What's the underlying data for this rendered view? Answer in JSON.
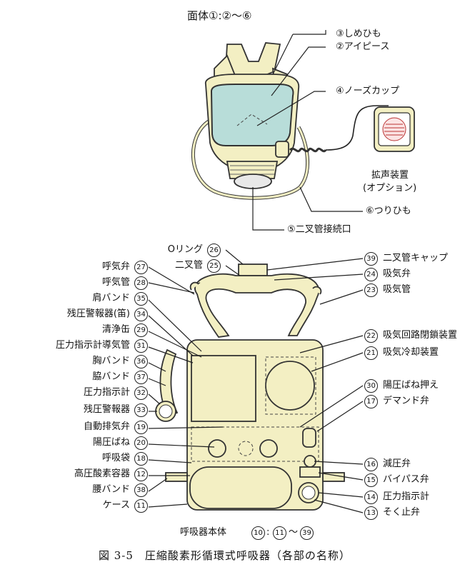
{
  "mask_title": "面体①:②～⑥",
  "mask_labels": {
    "strap": "③しめひも",
    "eyepiece": "②アイピース",
    "nose_cup": "④ノーズカップ",
    "speaker": "拡声装置",
    "speaker_option": "(オプション)",
    "neck_strap": "⑥つりひも",
    "hose_port": "⑤二叉管接続口"
  },
  "left_parts": [
    {
      "label": "Oリング",
      "num": "26"
    },
    {
      "label": "二叉管",
      "num": "25"
    },
    {
      "label": "呼気弁",
      "num": "27"
    },
    {
      "label": "呼気管",
      "num": "28"
    },
    {
      "label": "肩バンド",
      "num": "35"
    },
    {
      "label": "残圧警報器(笛)",
      "num": "34"
    },
    {
      "label": "清浄缶",
      "num": "29"
    },
    {
      "label": "圧力指示計導気管",
      "num": "31"
    },
    {
      "label": "胸バンド",
      "num": "36"
    },
    {
      "label": "脇バンド",
      "num": "37"
    },
    {
      "label": "圧力指示計",
      "num": "32"
    },
    {
      "label": "残圧警報器",
      "num": "33"
    },
    {
      "label": "自動排気弁",
      "num": "19"
    },
    {
      "label": "陽圧ばね",
      "num": "20"
    },
    {
      "label": "呼吸袋",
      "num": "18"
    },
    {
      "label": "高圧酸素容器",
      "num": "12"
    },
    {
      "label": "腰バンド",
      "num": "38"
    },
    {
      "label": "ケース",
      "num": "11"
    }
  ],
  "right_parts": [
    {
      "label": "二叉管キャップ",
      "num": "39"
    },
    {
      "label": "吸気弁",
      "num": "24"
    },
    {
      "label": "吸気管",
      "num": "23"
    },
    {
      "label": "吸気回路閉鎖装置",
      "num": "22"
    },
    {
      "label": "吸気冷却装置",
      "num": "21"
    },
    {
      "label": "陽圧ばね押え",
      "num": "30"
    },
    {
      "label": "デマンド弁",
      "num": "17"
    },
    {
      "label": "減圧弁",
      "num": "16"
    },
    {
      "label": "バイパス弁",
      "num": "15"
    },
    {
      "label": "圧力指示計",
      "num": "14"
    },
    {
      "label": "そく止弁",
      "num": "13"
    }
  ],
  "body_label": {
    "text": "呼吸器本体",
    "num_a": "10",
    "sep": ":",
    "num_b": "11",
    "range": "～",
    "num_c": "39"
  },
  "caption": "図 3-5　圧縮酸素形循環式呼吸器（各部の名称）",
  "colors": {
    "fill": "#f3efc3",
    "stroke": "#333333",
    "lens": "#b8ddd9",
    "line": "#222222"
  }
}
